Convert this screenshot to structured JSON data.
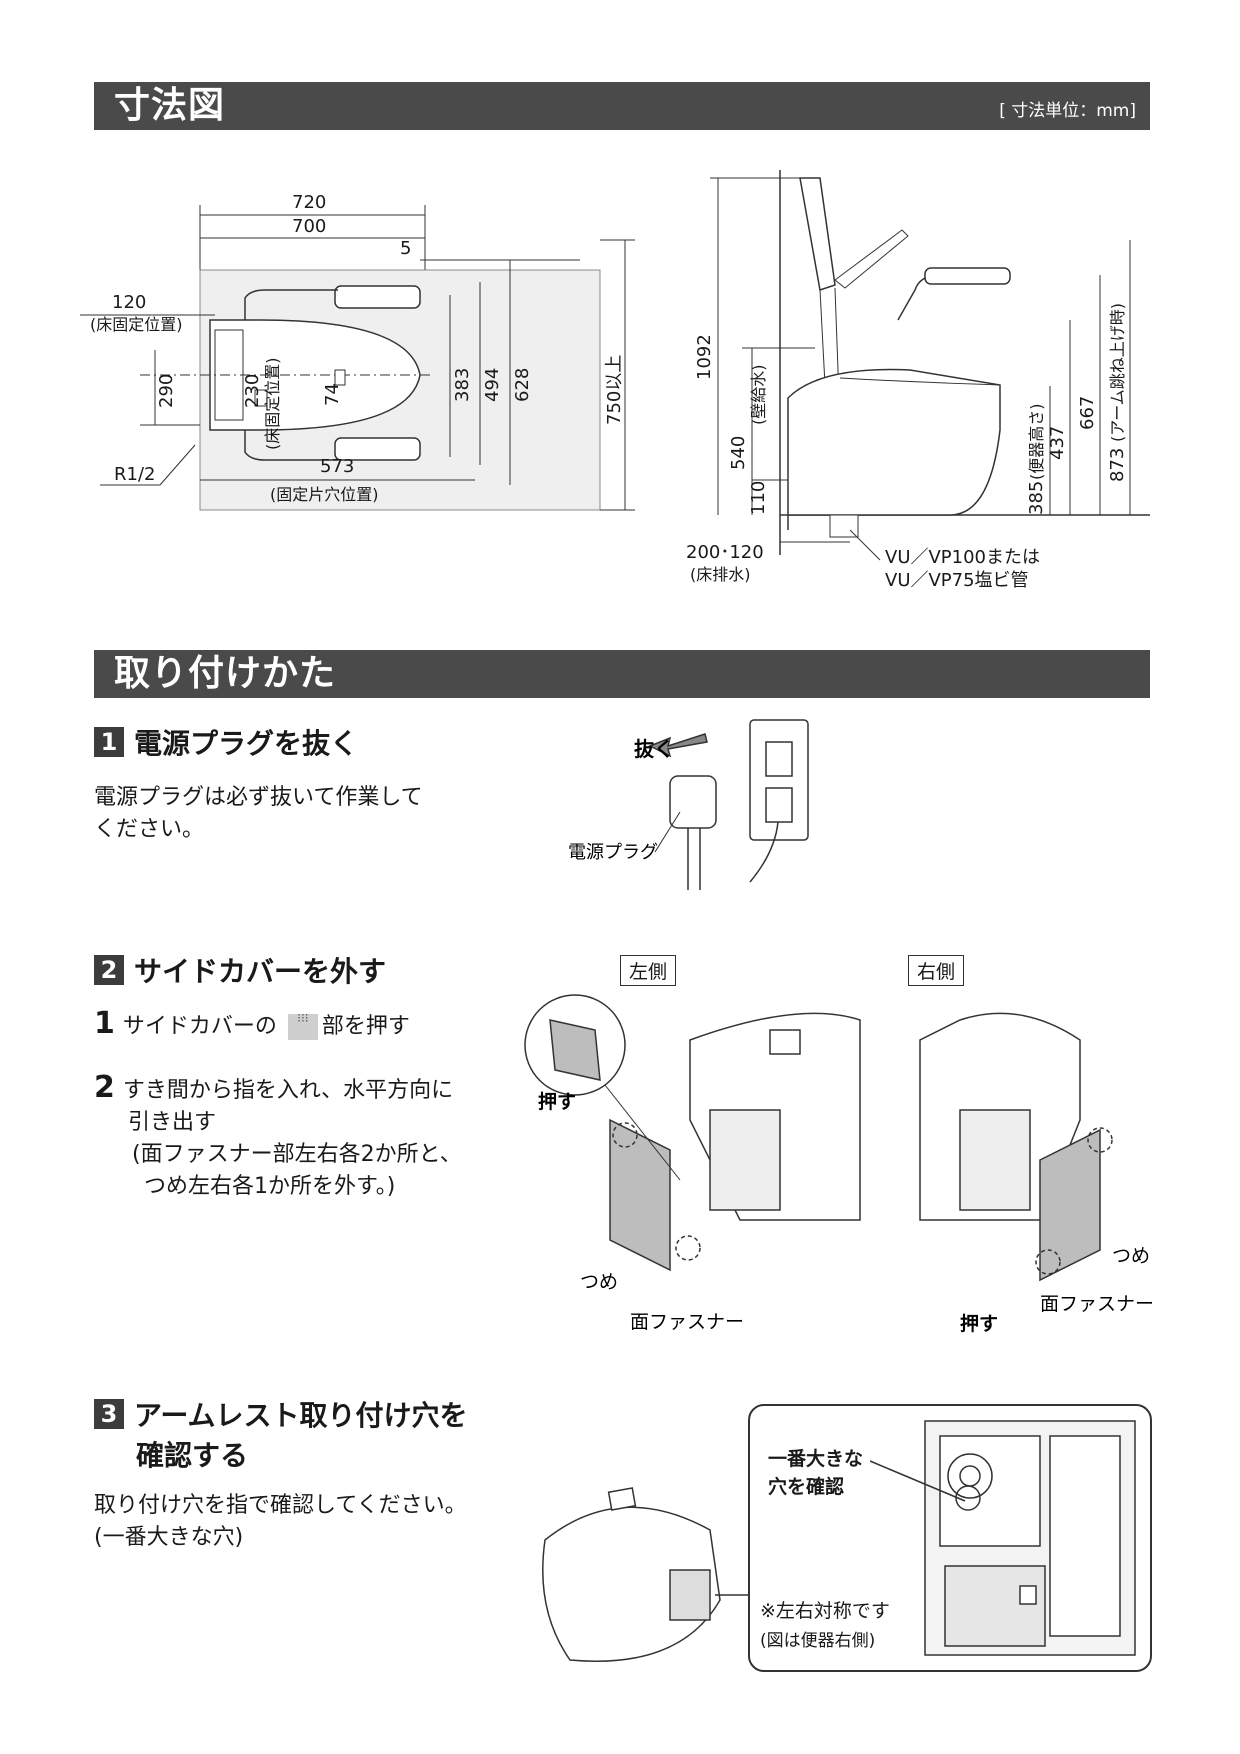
{
  "sections": {
    "dimensions": {
      "title": "寸法図",
      "unit_note": "[ 寸法単位：mm]"
    },
    "install": {
      "title": "取り付けかた"
    }
  },
  "plan_view": {
    "d720": "720",
    "d700": "700",
    "d5": "5",
    "d120": "120",
    "d120_note": "(床固定位置)",
    "d230": "230",
    "d230_note": "(床固定位置)",
    "d383": "383",
    "d494": "494",
    "d628": "628",
    "d750": "750以上",
    "d290": "290",
    "d74": "74",
    "d573": "573",
    "d573_note": "(固定片穴位置)",
    "r12": "R1/2"
  },
  "side_view": {
    "d1092": "1092",
    "d540": "540",
    "d540_note": "(壁給水)",
    "d110": "110",
    "d385": "385",
    "d385_note": "(便器高さ)",
    "d437": "437",
    "d667": "667",
    "d873": "873",
    "d873_note": "(アーム跳ね上げ時)",
    "d200120": "200･120",
    "d200120_note": "(床排水)",
    "pipe1": "VU／VP100または",
    "pipe2": "VU／VP75塩ビ管"
  },
  "step1": {
    "num": "1",
    "title": "電源プラグを抜く",
    "body1": "電源プラグは必ず抜いて作業して",
    "body2": "ください。",
    "fig_pull": "抜く",
    "fig_plug": "電源プラグ"
  },
  "step2": {
    "num": "2",
    "title": "サイドカバーを外す",
    "s1_num": "1",
    "s1_a": "サイドカバーの",
    "s1_b": "部を押す",
    "s2_num": "2",
    "s2_l1": "すき間から指を入れ、水平方向に",
    "s2_l2": "引き出す",
    "s2_l3": "(面ファスナー部左右各2か所と、",
    "s2_l4": "つめ左右各1か所を外す。)",
    "left_label": "左側",
    "right_label": "右側",
    "push": "押す",
    "claw": "つめ",
    "fastener": "面ファスナー"
  },
  "step3": {
    "num": "3",
    "title1": "アームレスト取り付け穴を",
    "title2": "確認する",
    "body1": "取り付け穴を指で確認してください。",
    "body2": "(一番大きな穴)",
    "callout1": "一番大きな",
    "callout2": "穴を確認",
    "note1": "※左右対称です",
    "note2": "(図は便器右側)"
  }
}
